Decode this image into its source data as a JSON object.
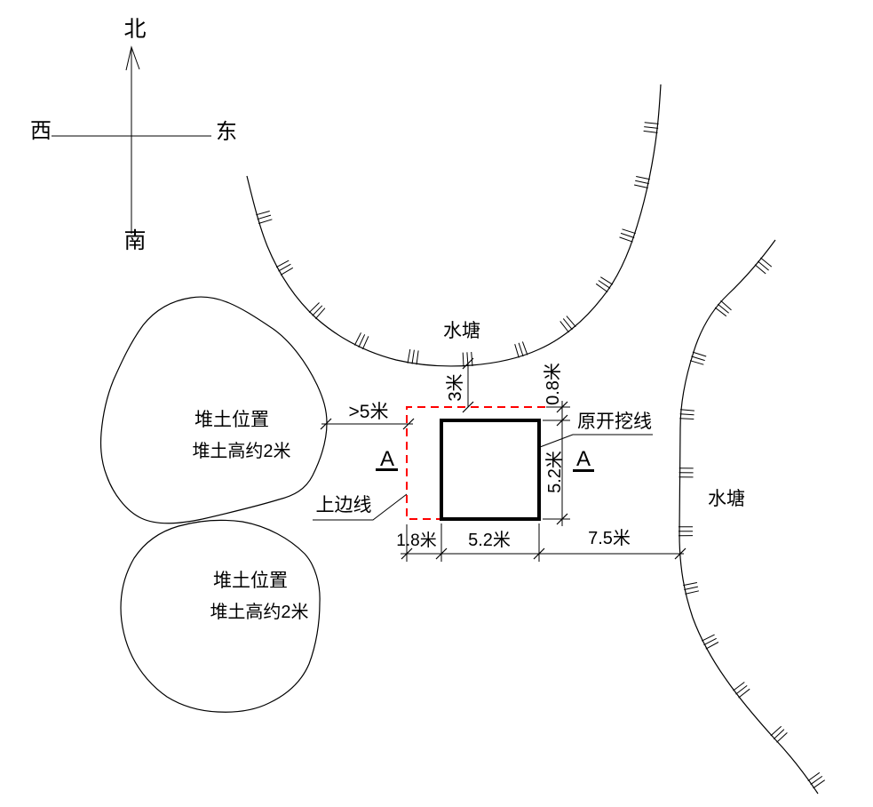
{
  "drawing": {
    "compass": {
      "north": "北",
      "south": "南",
      "west": "西",
      "east": "东"
    },
    "ponds": {
      "top_label": "水塘",
      "east_label": "水塘"
    },
    "soil_piles": {
      "pile1": {
        "line1": "堆土位置",
        "line2": "堆土高约2米"
      },
      "pile2": {
        "line1": "堆土位置",
        "line2": "堆土高约2米"
      }
    },
    "annotations": {
      "original_excavation_line": "原开挖线",
      "upper_edge_line": "上边线",
      "section_mark_left": "A",
      "section_mark_right": "A"
    },
    "dimensions": {
      "left_offset": "1.8米",
      "pit_width": "5.2米",
      "right_to_pond": "7.5米",
      "pit_depth": "5.2米",
      "top_offset": "0.8米",
      "pond_clearance": "3米",
      "pile_clearance": ">5米"
    },
    "colors": {
      "ink": "#000000",
      "new_edge": "#ff0000",
      "background": "#ffffff"
    }
  }
}
